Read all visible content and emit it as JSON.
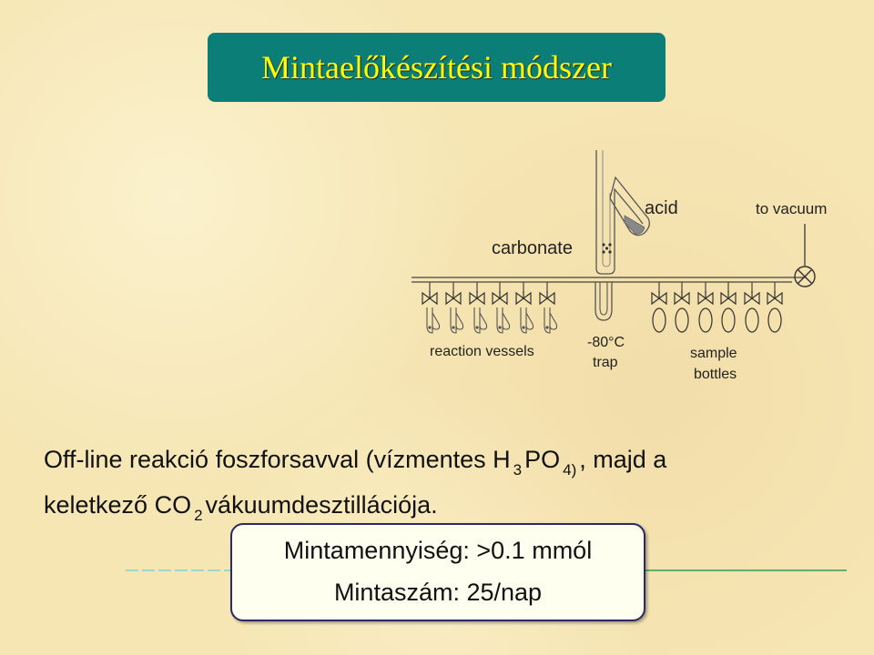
{
  "title": "Mintaelőkészítési módszer",
  "diagram": {
    "acid": "acid",
    "to_vacuum": "to vacuum",
    "carbonate": "carbonate",
    "reaction_vessels": "reaction vessels",
    "trap_line1": "-80°C",
    "trap_line2": "trap",
    "sample_line1": "sample",
    "sample_line2": "bottles"
  },
  "body": {
    "line1_a": "Off-line reakció foszforsavval (vízmentes H",
    "line1_sub1": "3",
    "line1_b": "PO",
    "line1_sub2": "4)",
    "line1_c": ", majd a",
    "line2_a": "keletkező CO",
    "line2_sub": "2",
    "line2_b": "vákuumdesztillációja."
  },
  "info": {
    "line1": "Mintamennyiség: >0.1 mmól",
    "line2": "Mintaszám: 25/nap"
  },
  "colors": {
    "title_bg": "#0b7f77",
    "title_text": "#ffff00",
    "background": "#f6e6b4",
    "accent_line": "#2e9e5a"
  }
}
